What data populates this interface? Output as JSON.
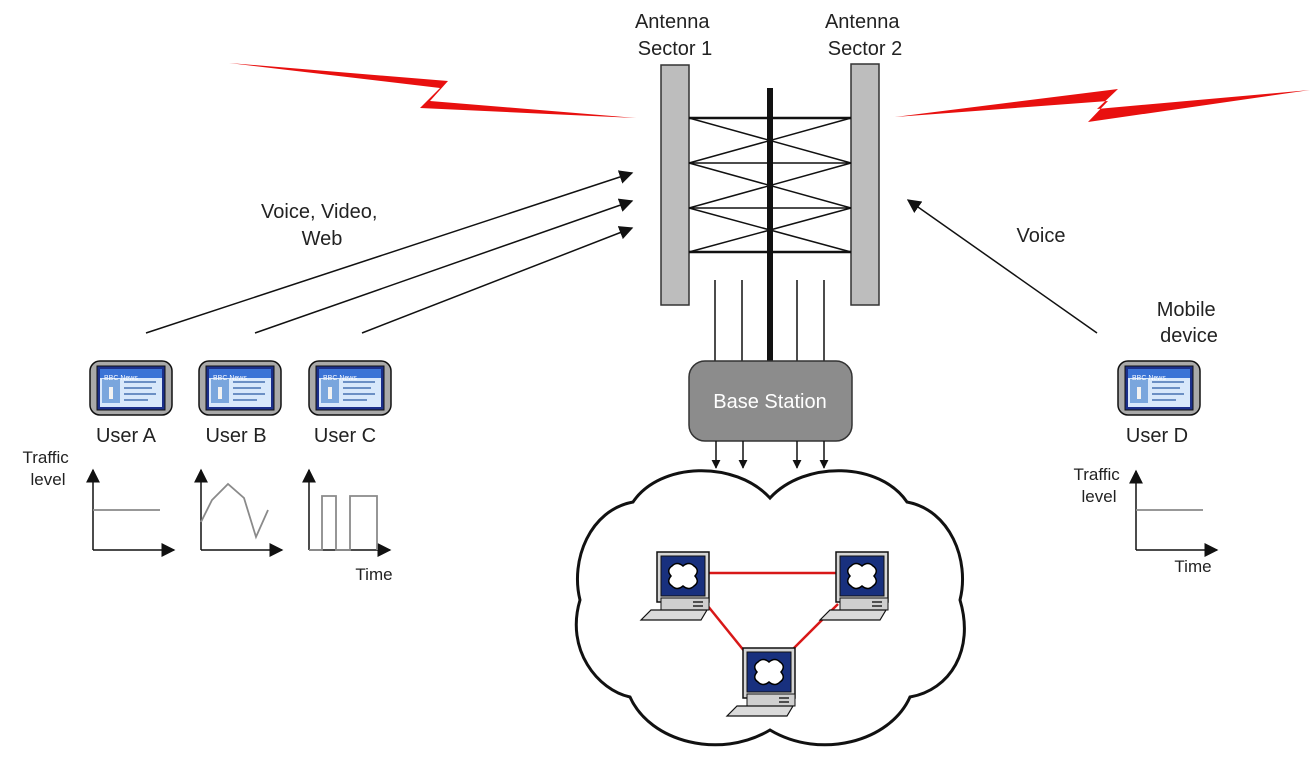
{
  "antennas": {
    "sector1": [
      "Antenna",
      "Sector 1"
    ],
    "sector2": [
      "Antenna",
      "Sector 2"
    ]
  },
  "base_station": "Base Station",
  "flow_labels": {
    "left": [
      "Voice, Video,",
      "Web"
    ],
    "right": "Voice"
  },
  "mobile_device": [
    "Mobile",
    "device"
  ],
  "screen_title": "BBC News",
  "users": [
    "User A",
    "User B",
    "User C",
    "User D"
  ],
  "traffic_axis": {
    "ylabel": [
      "Traffic",
      "level"
    ],
    "xlabel": "Time"
  },
  "colors": {
    "signal": "#e8100f",
    "network_link": "#d81818",
    "base_station": "#8c8c8c",
    "tower_panel": "#bdbdbd",
    "screen": "#3b74d6"
  }
}
